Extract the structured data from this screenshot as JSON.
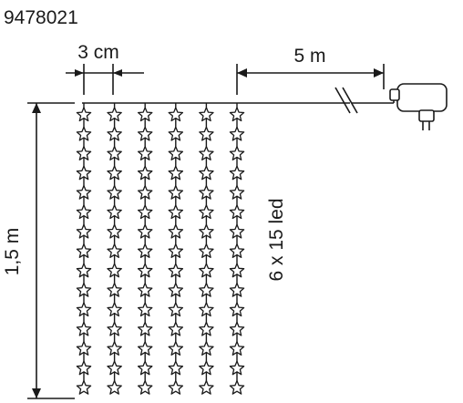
{
  "product_code": "9478021",
  "dimensions": {
    "led_spacing": "3 cm",
    "lead_cable": "5 m",
    "height": "1,5 m",
    "led_count": "6 x 15 led"
  },
  "layout": {
    "strands": 6,
    "leds_per_strand": 15
  },
  "colors": {
    "line": "#1a1a1a",
    "background": "#ffffff"
  },
  "icons": {
    "led": "star-icon",
    "adapter": "power-adapter-icon",
    "cable_break": "cable-break-icon"
  }
}
